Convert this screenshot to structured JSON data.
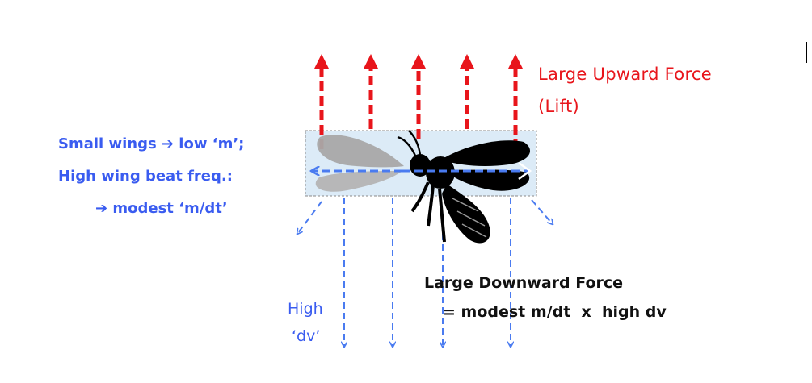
{
  "labels": {
    "upward_line1": "Large Upward Force",
    "upward_line2": "(Lift)",
    "small_wings": "Small wings ➔ low ‘m’;",
    "high_freq": "High wing beat freq.:",
    "modest": "➔ modest ‘m/dt’",
    "high": "High",
    "dv": "‘dv’",
    "downward_line1": "Large Downward Force",
    "downward_line2": "= modest m/dt  x  high dv"
  },
  "colors": {
    "lift_arrow": "#e8151b",
    "wash_arrow": "#4a7bf0",
    "label_blue": "#3a5cf0",
    "box_fill": "#dcebf7",
    "bee_body": "#000000",
    "wing_grey": "#a8a8a8"
  },
  "icons": {
    "bee": "bee-icon",
    "arrow": "arrow-right-icon"
  }
}
